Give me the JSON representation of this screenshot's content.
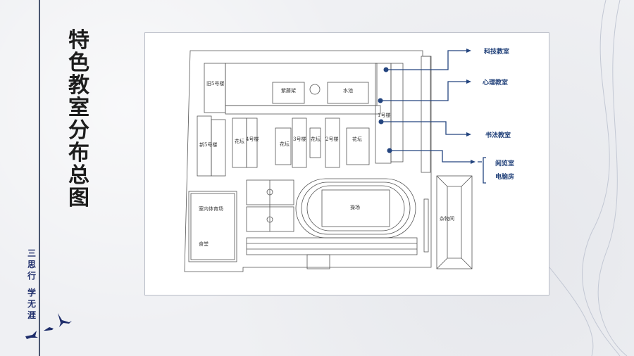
{
  "title": [
    "特",
    "色",
    "教",
    "室",
    "分",
    "布",
    "总",
    "图"
  ],
  "motto": [
    "三",
    "思",
    "行",
    "",
    "学",
    "无",
    "涯"
  ],
  "map_labels": {
    "old5": "旧5号楼",
    "new5": "新5号楼",
    "wisteria": "紫藤架",
    "pond": "水池",
    "b1": "1号楼",
    "b2": "2号楼",
    "b3": "3号楼",
    "b4": "4号楼",
    "flowerbed": "花坛",
    "gym": "室内体育场",
    "canteen": "食堂",
    "playground": "操场",
    "storage": "杂物间"
  },
  "callouts": {
    "tech": "科技教室",
    "psych": "心理教室",
    "calligraphy": "书法教室",
    "reading": "阅览室",
    "computer": "电脑房"
  },
  "colors": {
    "accent": "#24457f",
    "title": "#1c1c1c"
  }
}
